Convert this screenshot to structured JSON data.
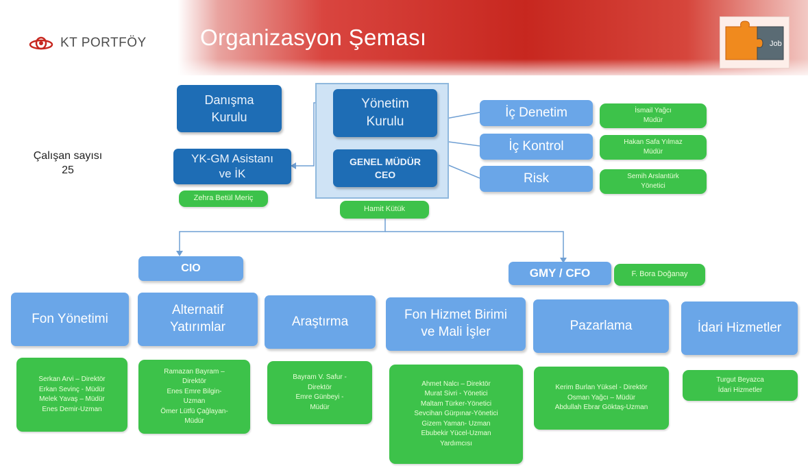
{
  "header": {
    "logo_text": "KT PORTFÖY",
    "title": "Organizasyon Şeması",
    "puzzle_text": "Job"
  },
  "staff": {
    "label": "Çalışan sayısı",
    "count": "25"
  },
  "top": {
    "danisma": "Danışma\nKurulu",
    "yonetim": "Yönetim\nKurulu",
    "genel_mudur": "GENEL MÜDÜR\nCEO",
    "ceo_name": "Hamit Kütük",
    "asistan": "YK-GM Asistanı\nve İK",
    "asistan_name": "Zehra Betül Meriç"
  },
  "right_units": [
    {
      "label": "İç Denetim",
      "person": "İsmail Yağcı\nMüdür"
    },
    {
      "label": "İç Kontrol",
      "person": "Hakan Safa Yılmaz\nMüdür"
    },
    {
      "label": "Risk",
      "person": "Semih Arslantürk\nYönetici"
    }
  ],
  "cio": {
    "label": "CIO"
  },
  "cfo": {
    "label": "GMY / CFO",
    "person": "F. Bora Doğanay"
  },
  "departments": [
    {
      "label": "Fon Yönetimi",
      "staff": "Serkan Arvi – Direktör\nErkan Sevinç - Müdür\nMelek Yavaş – Müdür\nEnes Demir-Uzman"
    },
    {
      "label": "Alternatif\nYatırımlar",
      "staff": "Ramazan Bayram –\nDirektör\nEnes Emre Bilgin-\nUzman\nÖmer Lütfü Çağlayan-\nMüdür"
    },
    {
      "label": "Araştırma",
      "staff": "Bayram V. Safur -\nDirektör\nEmre Günbeyi -\nMüdür"
    },
    {
      "label": "Fon Hizmet Birimi\nve Mali İşler",
      "staff": "Ahmet Nalcı – Direktör\nMurat Sivri - Yönetici\nMaltam Türker-Yönetici\nSevcihan Gürpınar-Yönetici\nGizem Yaman- Uzman\nEbubekir Yücel-Uzman\nYardımcısı"
    },
    {
      "label": "Pazarlama",
      "staff": "Kerim Burlan Yüksel - Direktör\nOsman Yağcı – Müdür\nAbdullah Ebrar Göktaş-Uzman"
    },
    {
      "label": "İdari Hizmetler",
      "staff": "Turgut Beyazca\nİdari Hizmetler"
    }
  ],
  "colors": {
    "dark_blue": "#1e6db5",
    "light_blue": "#6aa6e8",
    "green": "#3dc24a",
    "banner_red": "#c7271f"
  }
}
